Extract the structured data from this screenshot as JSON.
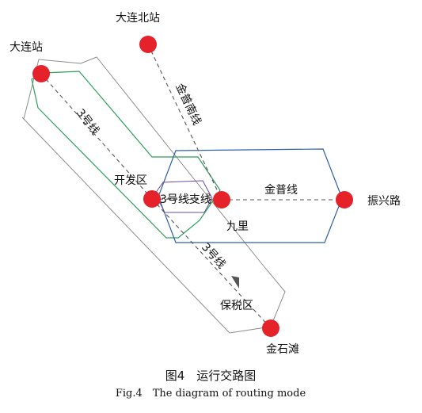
{
  "stations": {
    "dalian": "大连站",
    "dalian_north": "大连北站",
    "kaifaqu": "开发区",
    "jiuli": "九里",
    "zhenxinglu": "振兴路",
    "baoshuiqu": "保税区",
    "jinshitan": "金石滩"
  },
  "lines": {
    "line3_upper": "3号线",
    "line3_branch": "3号线支线",
    "line3_lower": "3号线",
    "jinpu_south": "金普南线",
    "jinpu": "金普线"
  },
  "caption": {
    "chinese": "图4　运行交路图",
    "english": "Fig.4　The diagram of routing mode"
  },
  "colors": {
    "station": "#e5222a",
    "gray_route": "#8c8c8c",
    "green_route": "#2e9e5b",
    "blue_route": "#2f5fa8",
    "purple_route": "#6a4fa0",
    "dashed_track": "#555555"
  }
}
